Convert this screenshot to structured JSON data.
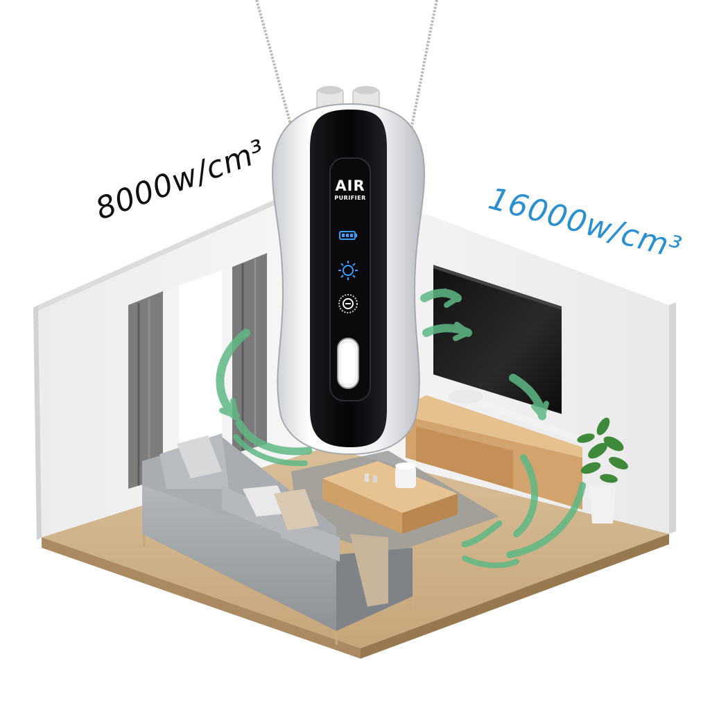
{
  "callouts": {
    "left": "8000w/cm³",
    "right": "16000w/cm³"
  },
  "device": {
    "title": "AIR",
    "subtitle": "PURIFIER",
    "icons": [
      "battery-icon",
      "sun-mode-icon",
      "ion-mode-icon",
      "power-button"
    ]
  },
  "colors": {
    "left_callout": "#111111",
    "right_callout": "#2a8fd0",
    "airflow_arrows": "#5fb885",
    "device_screen": "#0b0b0e",
    "device_shell": "#f2f3f5",
    "indicator_blue": "#3aa0ff"
  }
}
